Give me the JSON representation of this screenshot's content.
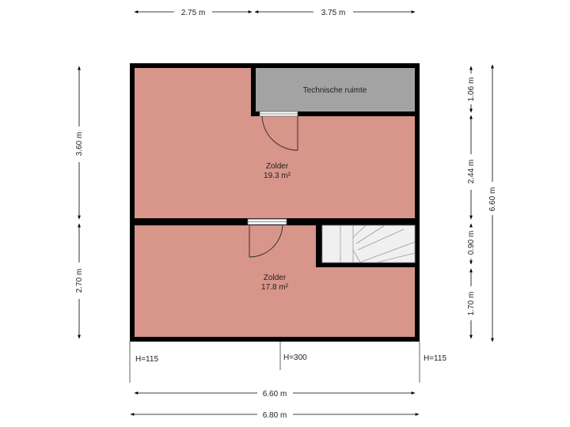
{
  "colors": {
    "room_fill": "#d8958a",
    "technical_fill": "#a3a3a3",
    "wall": "#000000",
    "dimension_line": "#000000"
  },
  "dimensions": {
    "top_left": "2.75 m",
    "top_right": "3.75 m",
    "left_upper": "3.60 m",
    "left_lower": "2.70 m",
    "right_1": "1.06 m",
    "right_2": "2.44 m",
    "right_3": "0.90 m",
    "right_4": "1.70 m",
    "right_total": "6.60 m",
    "bottom_inner": "6.60 m",
    "bottom_outer": "6.80 m"
  },
  "heights": {
    "left": "H=115",
    "middle": "H=300",
    "right": "H=115"
  },
  "rooms": {
    "technical": {
      "name": "Technische ruimte"
    },
    "attic_upper": {
      "name": "Zolder",
      "area": "19.3 m²"
    },
    "attic_lower": {
      "name": "Zolder",
      "area": "17.8 m²"
    }
  }
}
